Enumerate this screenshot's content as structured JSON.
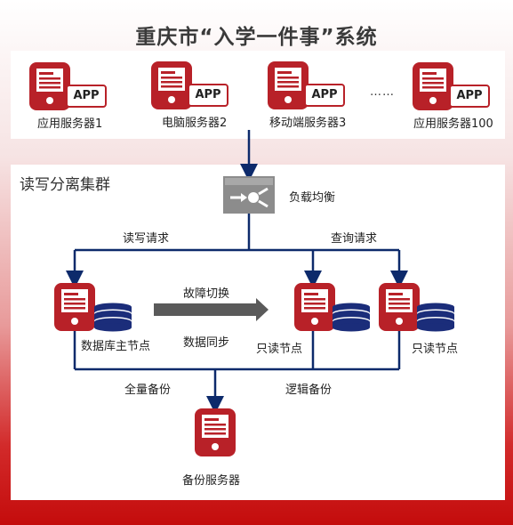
{
  "title": "重庆市“入学一件事”系统",
  "app_servers": [
    {
      "label": "应用服务器1",
      "badge": "APP"
    },
    {
      "label": "电脑服务器2",
      "badge": "APP"
    },
    {
      "label": "移动端服务器3",
      "badge": "APP"
    },
    {
      "label": "应用服务器100",
      "badge": "APP"
    }
  ],
  "ellipsis": "……",
  "cluster": {
    "title": "读写分离集群",
    "load_balancer": "负载均衡",
    "read_write_request": "读写请求",
    "query_request": "查询请求",
    "failover": "故障切换",
    "data_sync": "数据同步",
    "primary_node": "数据库主节点",
    "readonly_node_1": "只读节点",
    "readonly_node_2": "只读节点",
    "full_backup": "全量备份",
    "logical_backup": "逻辑备份",
    "backup_server": "备份服务器"
  },
  "colors": {
    "server_red": "#b82128",
    "line_navy": "#0d2a6b",
    "disk_navy": "#1b2d7a",
    "arrow_gray": "#5a5a5a"
  }
}
